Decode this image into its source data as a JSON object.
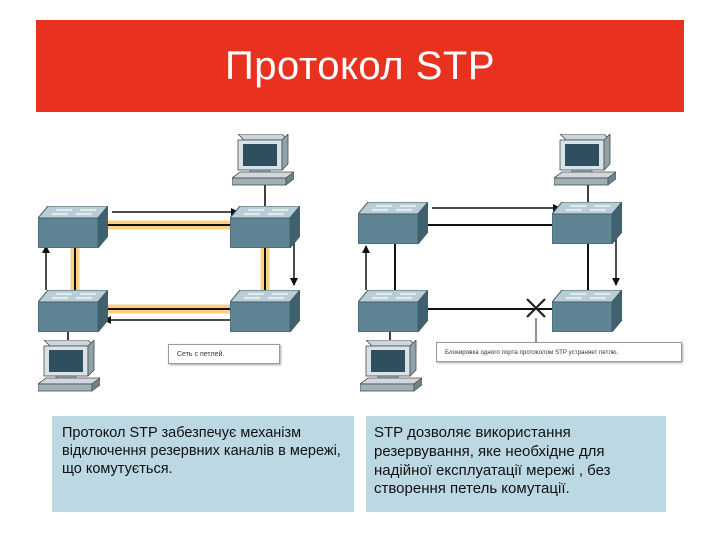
{
  "title": "Протокол STP",
  "left_diagram": {
    "callout_text": "Сеть с петлей."
  },
  "right_diagram": {
    "callout_text": "Блокировка одного порта протоколом STP устраняет петлю."
  },
  "notes": {
    "left": "Протокол STP забезпечує механізм відключення резервних каналів в мережі, що комутується.",
    "right": "STP дозволяє використання резервування, яке необхідне для надійної експлуатації мережі , без створення петель комутації."
  },
  "colors": {
    "title_background": "#e8321f",
    "loop_highlight": "#f5a623",
    "note_background": "#bcd8e2",
    "switch_body": "#5a7d8a",
    "blocked_marker": "#222222"
  },
  "icons": [
    "network-switch-icon",
    "computer-icon",
    "blocked-port-icon"
  ]
}
